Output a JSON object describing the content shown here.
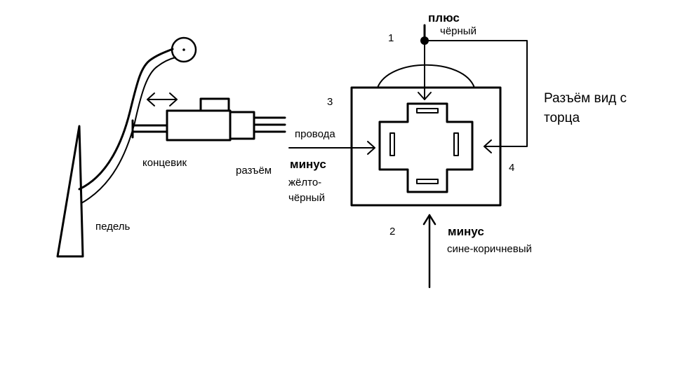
{
  "labels": {
    "pedal": "педель",
    "switch": "концевик",
    "connector": "разъём",
    "wires": "провода",
    "connector_view": "Разъём вид с торца",
    "plus": "плюс",
    "black": "чёрный",
    "minus_left": "минус",
    "yellow_black": "жёлто-чёрный",
    "minus_bottom": "минус",
    "blue_brown": "сине-коричневый"
  },
  "pins": {
    "p1": "1",
    "p2": "2",
    "p3": "3",
    "p4": "4"
  }
}
